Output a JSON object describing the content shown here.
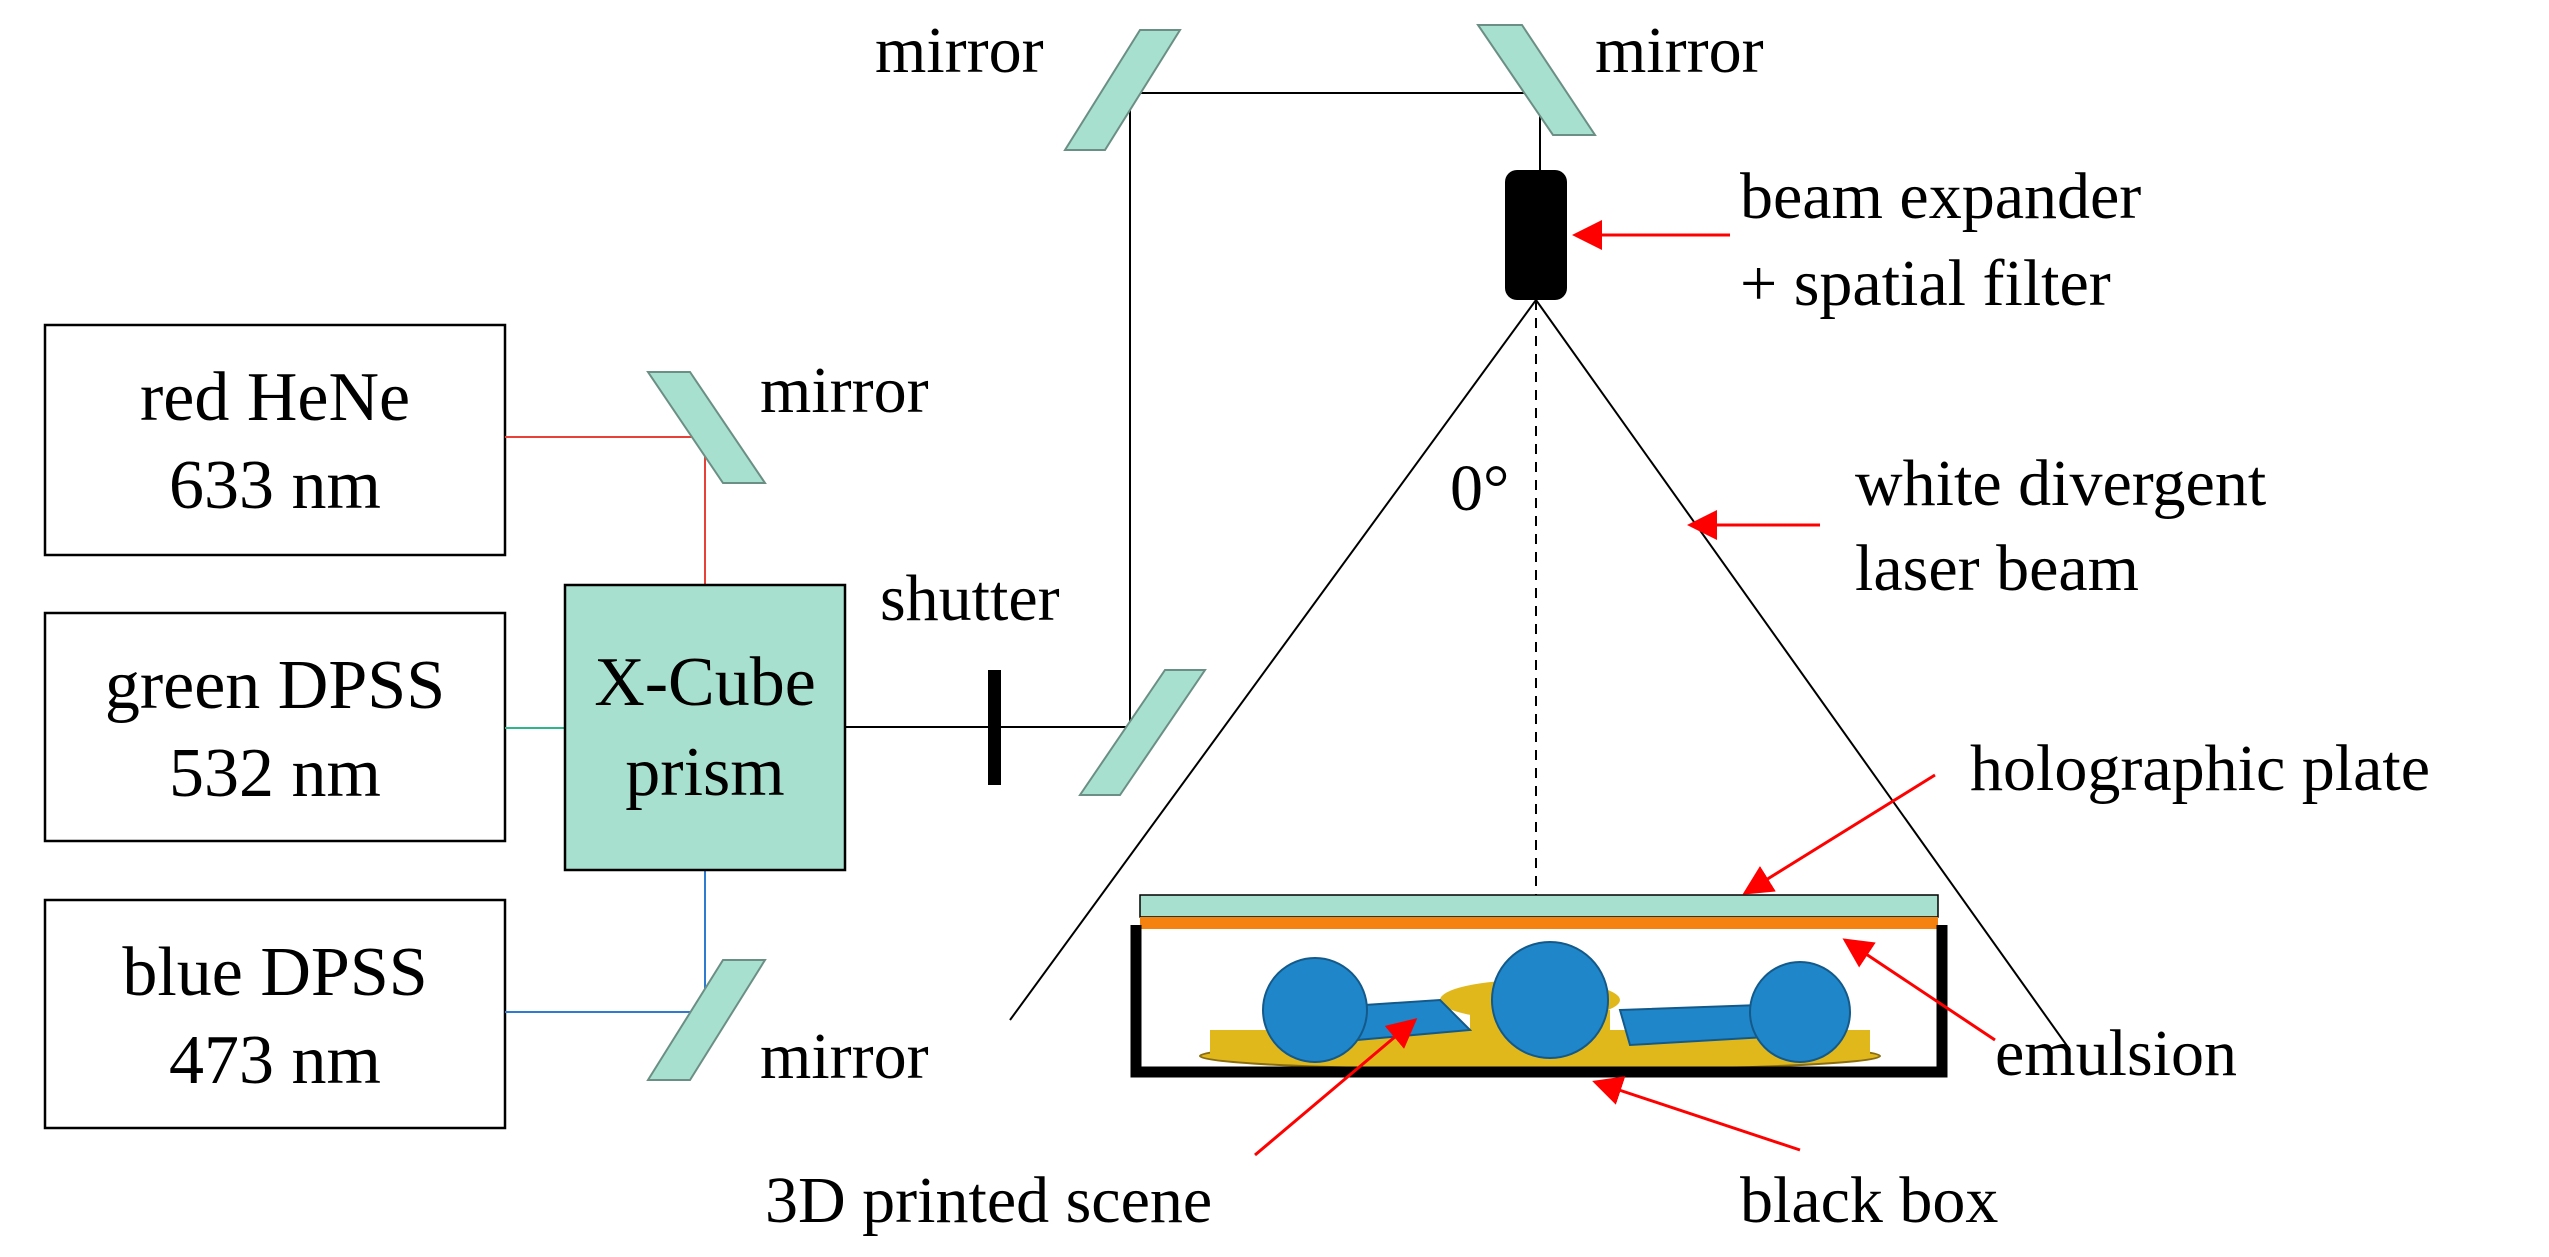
{
  "lasers": [
    {
      "line1": "red HeNe",
      "line2": "633 nm",
      "beam_color": "#e8413a"
    },
    {
      "line1": "green DPSS",
      "line2": "532 nm",
      "beam_color": "#2fb58a"
    },
    {
      "line1": "blue DPSS",
      "line2": "473 nm",
      "beam_color": "#2f7bd1"
    }
  ],
  "prism": {
    "line1": "X-Cube",
    "line2": "prism",
    "fill": "#a8e0cf"
  },
  "labels": {
    "mirror_red": "mirror",
    "mirror_blue": "mirror",
    "mirror_top_left": "mirror",
    "mirror_top_right": "mirror",
    "shutter": "shutter",
    "beam_expander_1": "beam expander",
    "beam_expander_2": "+ spatial filter",
    "angle": "0°",
    "divergent_1": "white divergent",
    "divergent_2": "laser beam",
    "holographic_plate": "holographic plate",
    "emulsion": "emulsion",
    "scene": "3D printed scene",
    "black_box": "black box"
  },
  "colors": {
    "annotation_arrow": "#ff0000",
    "mirror": "#a8e0cf",
    "emulsion": "#f5820e",
    "plate": "#a8e0cf",
    "scene_base": "#e0b81c",
    "scene_parts": "#1f86c9"
  }
}
